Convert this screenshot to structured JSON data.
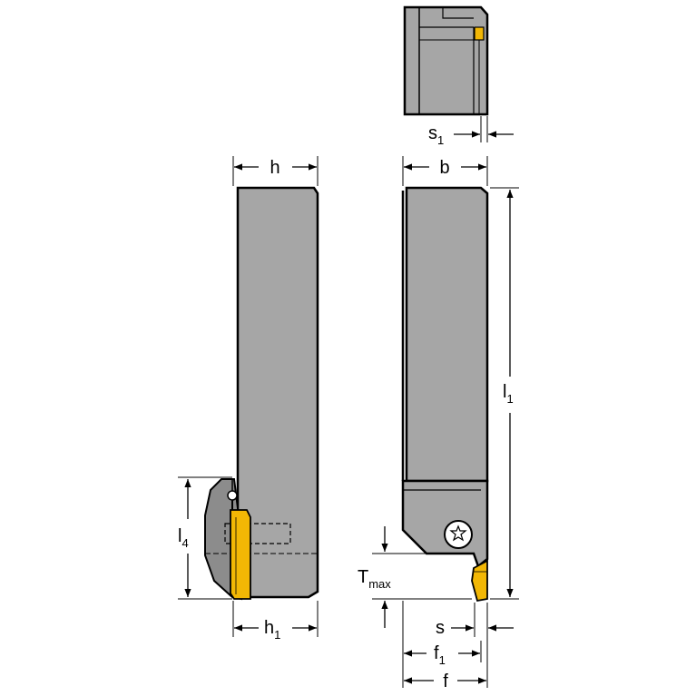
{
  "colors": {
    "body": "#a6a6a6",
    "body_dark": "#8c8c8c",
    "outline": "#000000",
    "insert": "#f2b705",
    "background": "#ffffff"
  },
  "labels": {
    "h": "h",
    "b": "b",
    "s1_main": "s",
    "s1_sub": "1",
    "l1_main": "l",
    "l1_sub": "1",
    "l4_main": "l",
    "l4_sub": "4",
    "h1_main": "h",
    "h1_sub": "1",
    "tmax_main": "T",
    "tmax_sub": "max",
    "s": "s",
    "f1_main": "f",
    "f1_sub": "1",
    "f": "f"
  }
}
